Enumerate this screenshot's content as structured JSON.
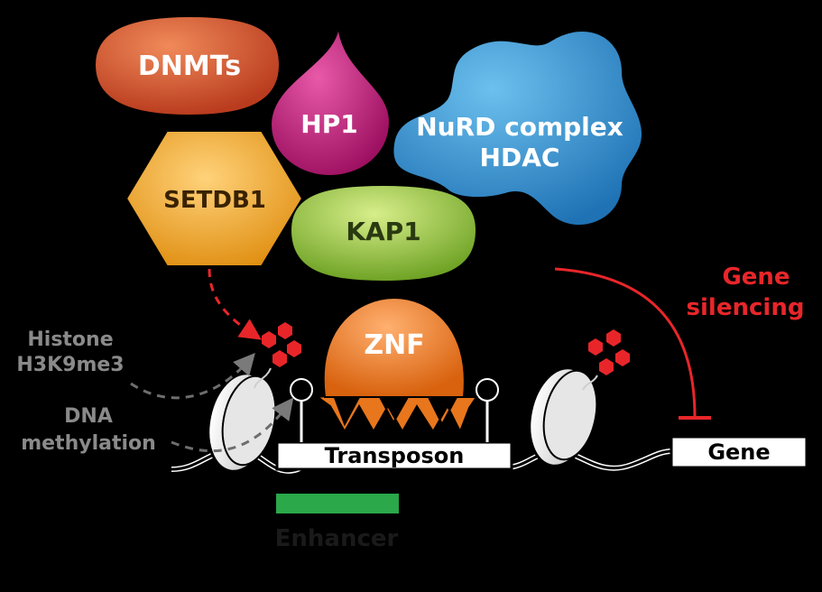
{
  "proteins": {
    "dnmts": "DNMTs",
    "hp1": "HP1",
    "nurd_line1": "NuRD complex",
    "nurd_line2": "HDAC",
    "setdb1": "SETDB1",
    "kap1": "KAP1",
    "znf": "ZNF"
  },
  "labels": {
    "gene_silencing_line1": "Gene",
    "gene_silencing_line2": "silencing",
    "histone_line1": "Histone",
    "histone_line2": "H3K9me3",
    "dna_line1": "DNA",
    "dna_line2": "methylation",
    "transposon": "Transposon",
    "gene": "Gene",
    "enhancer": "Enhancer"
  },
  "colors": {
    "background": "#000000",
    "dnmts": "#d9532b",
    "hp1": "#c2177a",
    "nurd": "#2f8fd0",
    "setdb1": "#f0a51e",
    "kap1": "#8cbf2e",
    "znf": "#e8761c",
    "silencing": "#e8262a",
    "enhancer": "#2aa84a",
    "methyl_mark": "#e8262a",
    "gray_text": "#8a8a8a"
  }
}
